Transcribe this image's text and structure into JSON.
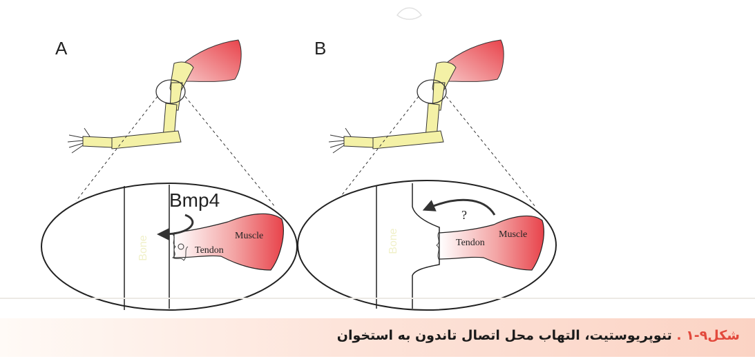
{
  "panels": [
    {
      "id": "A",
      "label": "A",
      "signal_label": "Bmp4",
      "tendon_label": "Tendon",
      "muscle_label": "Muscle",
      "bone_label": "Bone"
    },
    {
      "id": "B",
      "label": "B",
      "signal_label": "?",
      "tendon_label": "Tendon",
      "muscle_label": "Muscle",
      "bone_label": "Bone"
    }
  ],
  "caption": {
    "number": "شکل۹-۱ .",
    "text": "تنوپریوستیت، التهاب محل اتصال تاندون به استخوان"
  },
  "colors": {
    "muscle": "#e8434b",
    "bone": "#f4f1a6",
    "caption_accent": "#e2493c"
  }
}
